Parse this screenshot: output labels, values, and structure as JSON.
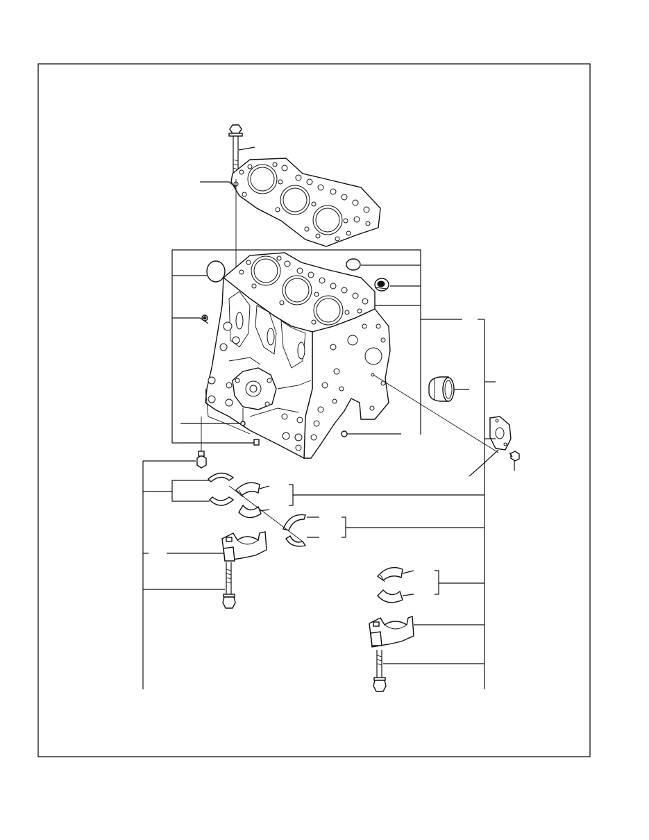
{
  "document": {
    "kind": "exploded parts diagram",
    "callout_labels": [],
    "colors": {
      "ink": "#111111",
      "paper": "#ffffff",
      "frame": "#111111"
    }
  },
  "parts": [
    {
      "name": "cylinder-head-bolt"
    },
    {
      "name": "cylinder-head-gasket"
    },
    {
      "name": "cylinder-block"
    },
    {
      "name": "o-ring"
    },
    {
      "name": "plug-cap"
    },
    {
      "name": "threaded-plug"
    },
    {
      "name": "pipe-plug"
    },
    {
      "name": "bushing"
    },
    {
      "name": "cover-plate"
    },
    {
      "name": "cover-plate-bolt"
    },
    {
      "name": "drain-plug"
    },
    {
      "name": "thrust-washer"
    },
    {
      "name": "main-bearing-shell"
    },
    {
      "name": "main-bearing-cap"
    },
    {
      "name": "main-bearing-cap-bolt"
    }
  ]
}
